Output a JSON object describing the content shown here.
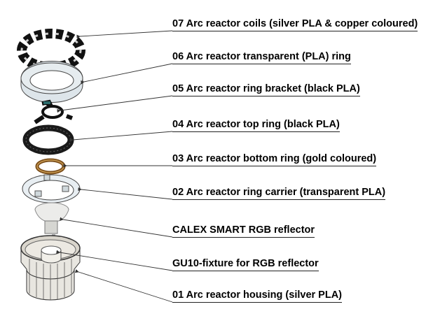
{
  "labels": [
    "07 Arc reactor coils (silver PLA & copper coloured)",
    "06 Arc reactor transparent (PLA) ring",
    "05 Arc reactor ring bracket (black PLA)",
    "04 Arc reactor top ring (black PLA)",
    "03 Arc reactor bottom ring (gold coloured)",
    "02 Arc reactor ring carrier (transparent PLA)",
    "CALEX SMART RGB reflector",
    "GU10-fixture for RGB reflector",
    "01 Arc reactor housing (silver PLA)"
  ]
}
